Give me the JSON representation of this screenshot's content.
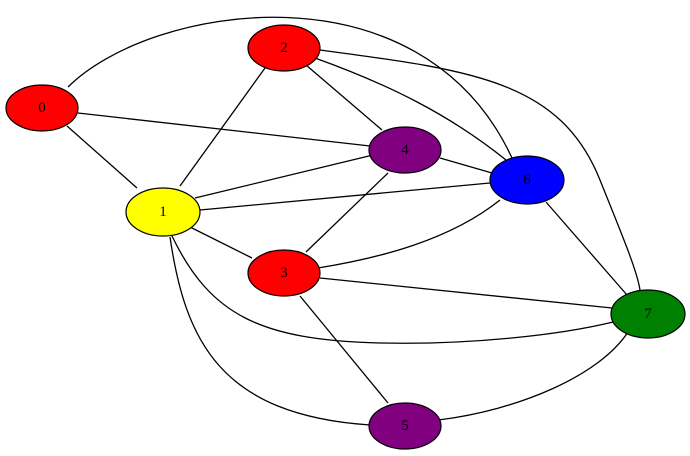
{
  "nodes": [
    {
      "id": "0",
      "label": "0",
      "color": "#ff0000"
    },
    {
      "id": "1",
      "label": "1",
      "color": "#ffff00"
    },
    {
      "id": "2",
      "label": "2",
      "color": "#ff0000"
    },
    {
      "id": "3",
      "label": "3",
      "color": "#ff0000"
    },
    {
      "id": "4",
      "label": "4",
      "color": "#800080"
    },
    {
      "id": "5",
      "label": "5",
      "color": "#800080"
    },
    {
      "id": "6",
      "label": "6",
      "color": "#0000ff"
    },
    {
      "id": "7",
      "label": "7",
      "color": "#008000"
    }
  ],
  "edges": [
    {
      "from": "0",
      "to": "1"
    },
    {
      "from": "0",
      "to": "4"
    },
    {
      "from": "0",
      "to": "6"
    },
    {
      "from": "1",
      "to": "2"
    },
    {
      "from": "1",
      "to": "4"
    },
    {
      "from": "1",
      "to": "6"
    },
    {
      "from": "1",
      "to": "3"
    },
    {
      "from": "1",
      "to": "7"
    },
    {
      "from": "1",
      "to": "5"
    },
    {
      "from": "2",
      "to": "4"
    },
    {
      "from": "2",
      "to": "6"
    },
    {
      "from": "2",
      "to": "7"
    },
    {
      "from": "4",
      "to": "6"
    },
    {
      "from": "4",
      "to": "3"
    },
    {
      "from": "6",
      "to": "3"
    },
    {
      "from": "6",
      "to": "7"
    },
    {
      "from": "3",
      "to": "7"
    },
    {
      "from": "3",
      "to": "5"
    },
    {
      "from": "5",
      "to": "7"
    }
  ]
}
